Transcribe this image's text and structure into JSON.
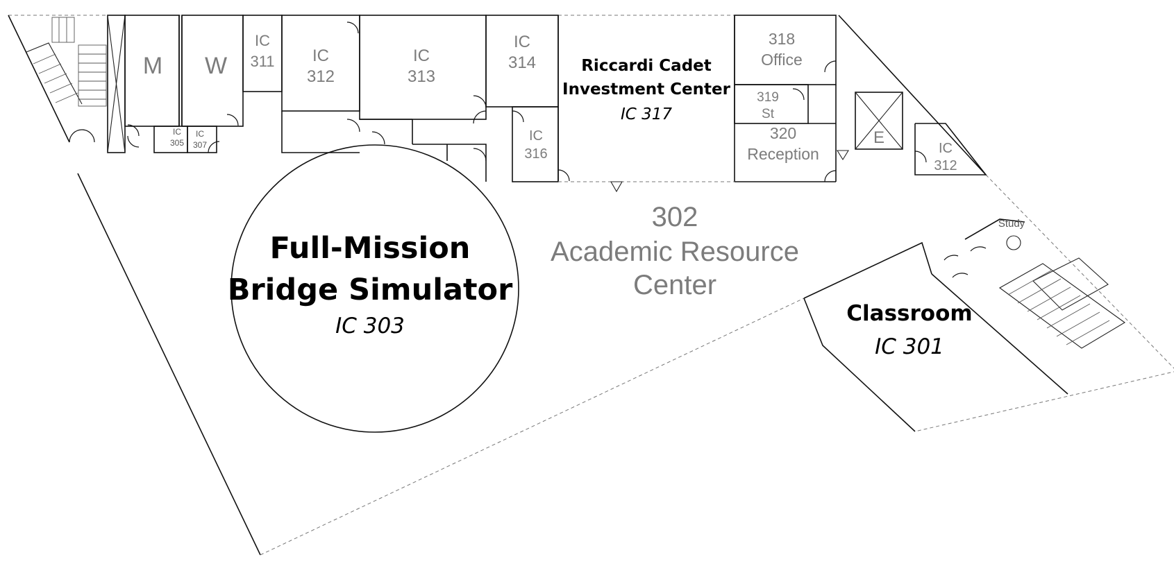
{
  "rooms": {
    "men": "M",
    "women": "W",
    "ic311": [
      "IC",
      "311"
    ],
    "ic312_west": [
      "IC",
      "312"
    ],
    "ic313": [
      "IC",
      "313"
    ],
    "ic314": [
      "IC",
      "314"
    ],
    "ic305": [
      "IC",
      "305"
    ],
    "ic307": [
      "IC",
      "307"
    ],
    "ic316": [
      "IC",
      "316"
    ],
    "investment_center": {
      "name_line1": "Riccardi Cadet",
      "name_line2": "Investment Center",
      "number": "IC 317"
    },
    "office318": [
      "318",
      "Office"
    ],
    "room319": [
      "319",
      "St"
    ],
    "reception320": [
      "320",
      "Reception"
    ],
    "elevator": "E",
    "ic312_east": [
      "IC",
      "312"
    ],
    "study": "Study",
    "academic_resource_center": {
      "number": "302",
      "name_line1": "Academic Resource",
      "name_line2": "Center"
    },
    "bridge_simulator": {
      "name_line1": "Full-Mission",
      "name_line2": "Bridge Simulator",
      "number": "IC 303"
    },
    "classroom": {
      "name": "Classroom",
      "number": "IC 301"
    }
  }
}
